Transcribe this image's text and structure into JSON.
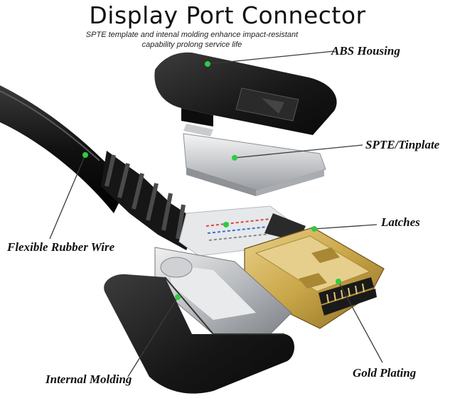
{
  "title": "Display Port Connector",
  "subtitle_lines": [
    "SPTE template and intenal molding enhance impact-resistant",
    "capability prolong service life"
  ],
  "callouts": {
    "abs_housing": "ABS Housing",
    "spte_tinplate": "SPTE/Tinplate",
    "latches": "Latches",
    "flexible_rubber_wire": "Flexible Rubber Wire",
    "internal_molding": "Internal Molding",
    "gold_plating": "Gold Plating"
  },
  "colors": {
    "leader_line": "#3a3a3a",
    "marker_dot": "#2ecc40",
    "housing": "#1b1b1b",
    "tinplate": "#d8dadc",
    "gold": "#c9a648"
  }
}
